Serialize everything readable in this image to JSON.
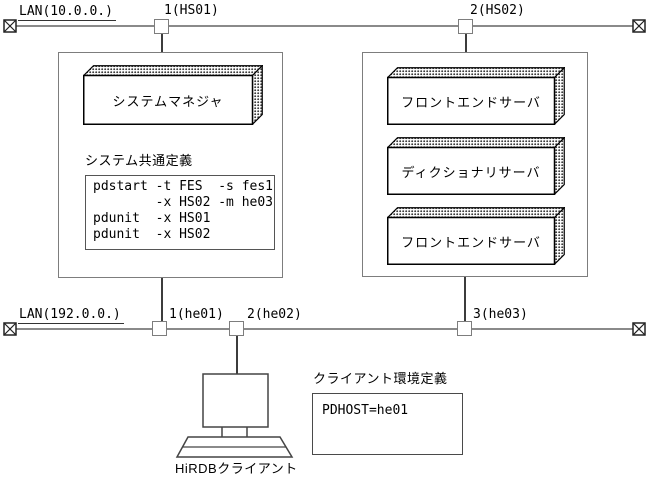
{
  "diagram": {
    "lan_top": {
      "label": "LAN(10.0.0.)",
      "nodes": [
        {
          "label": "1(HS01)"
        },
        {
          "label": "2(HS02)"
        }
      ]
    },
    "lan_bottom": {
      "label": "LAN(192.0.0.)",
      "nodes": [
        {
          "label": "1(he01)"
        },
        {
          "label": "2(he02)"
        },
        {
          "label": "3(he03)"
        }
      ]
    },
    "unit_hs01": {
      "server": "システムマネジャ",
      "definition_title": "システム共通定義",
      "definition_code": "pdstart -t FES  -s fes1\n        -x HS02 -m he03\npdunit  -x HS01\npdunit  -x HS02"
    },
    "unit_hs02": {
      "servers": [
        "フロントエンドサーバ",
        "ディクショナリサーバ",
        "フロントエンドサーバ"
      ]
    },
    "client": {
      "label": "HiRDBクライアント",
      "definition_title": "クライアント環境定義",
      "definition_code": "PDHOST=he01"
    },
    "colors": {
      "lan_line": "#8a8a8a",
      "box_border": "#7d7d7d",
      "text": "#000000",
      "shade_dots": "#3a3a3a"
    }
  }
}
